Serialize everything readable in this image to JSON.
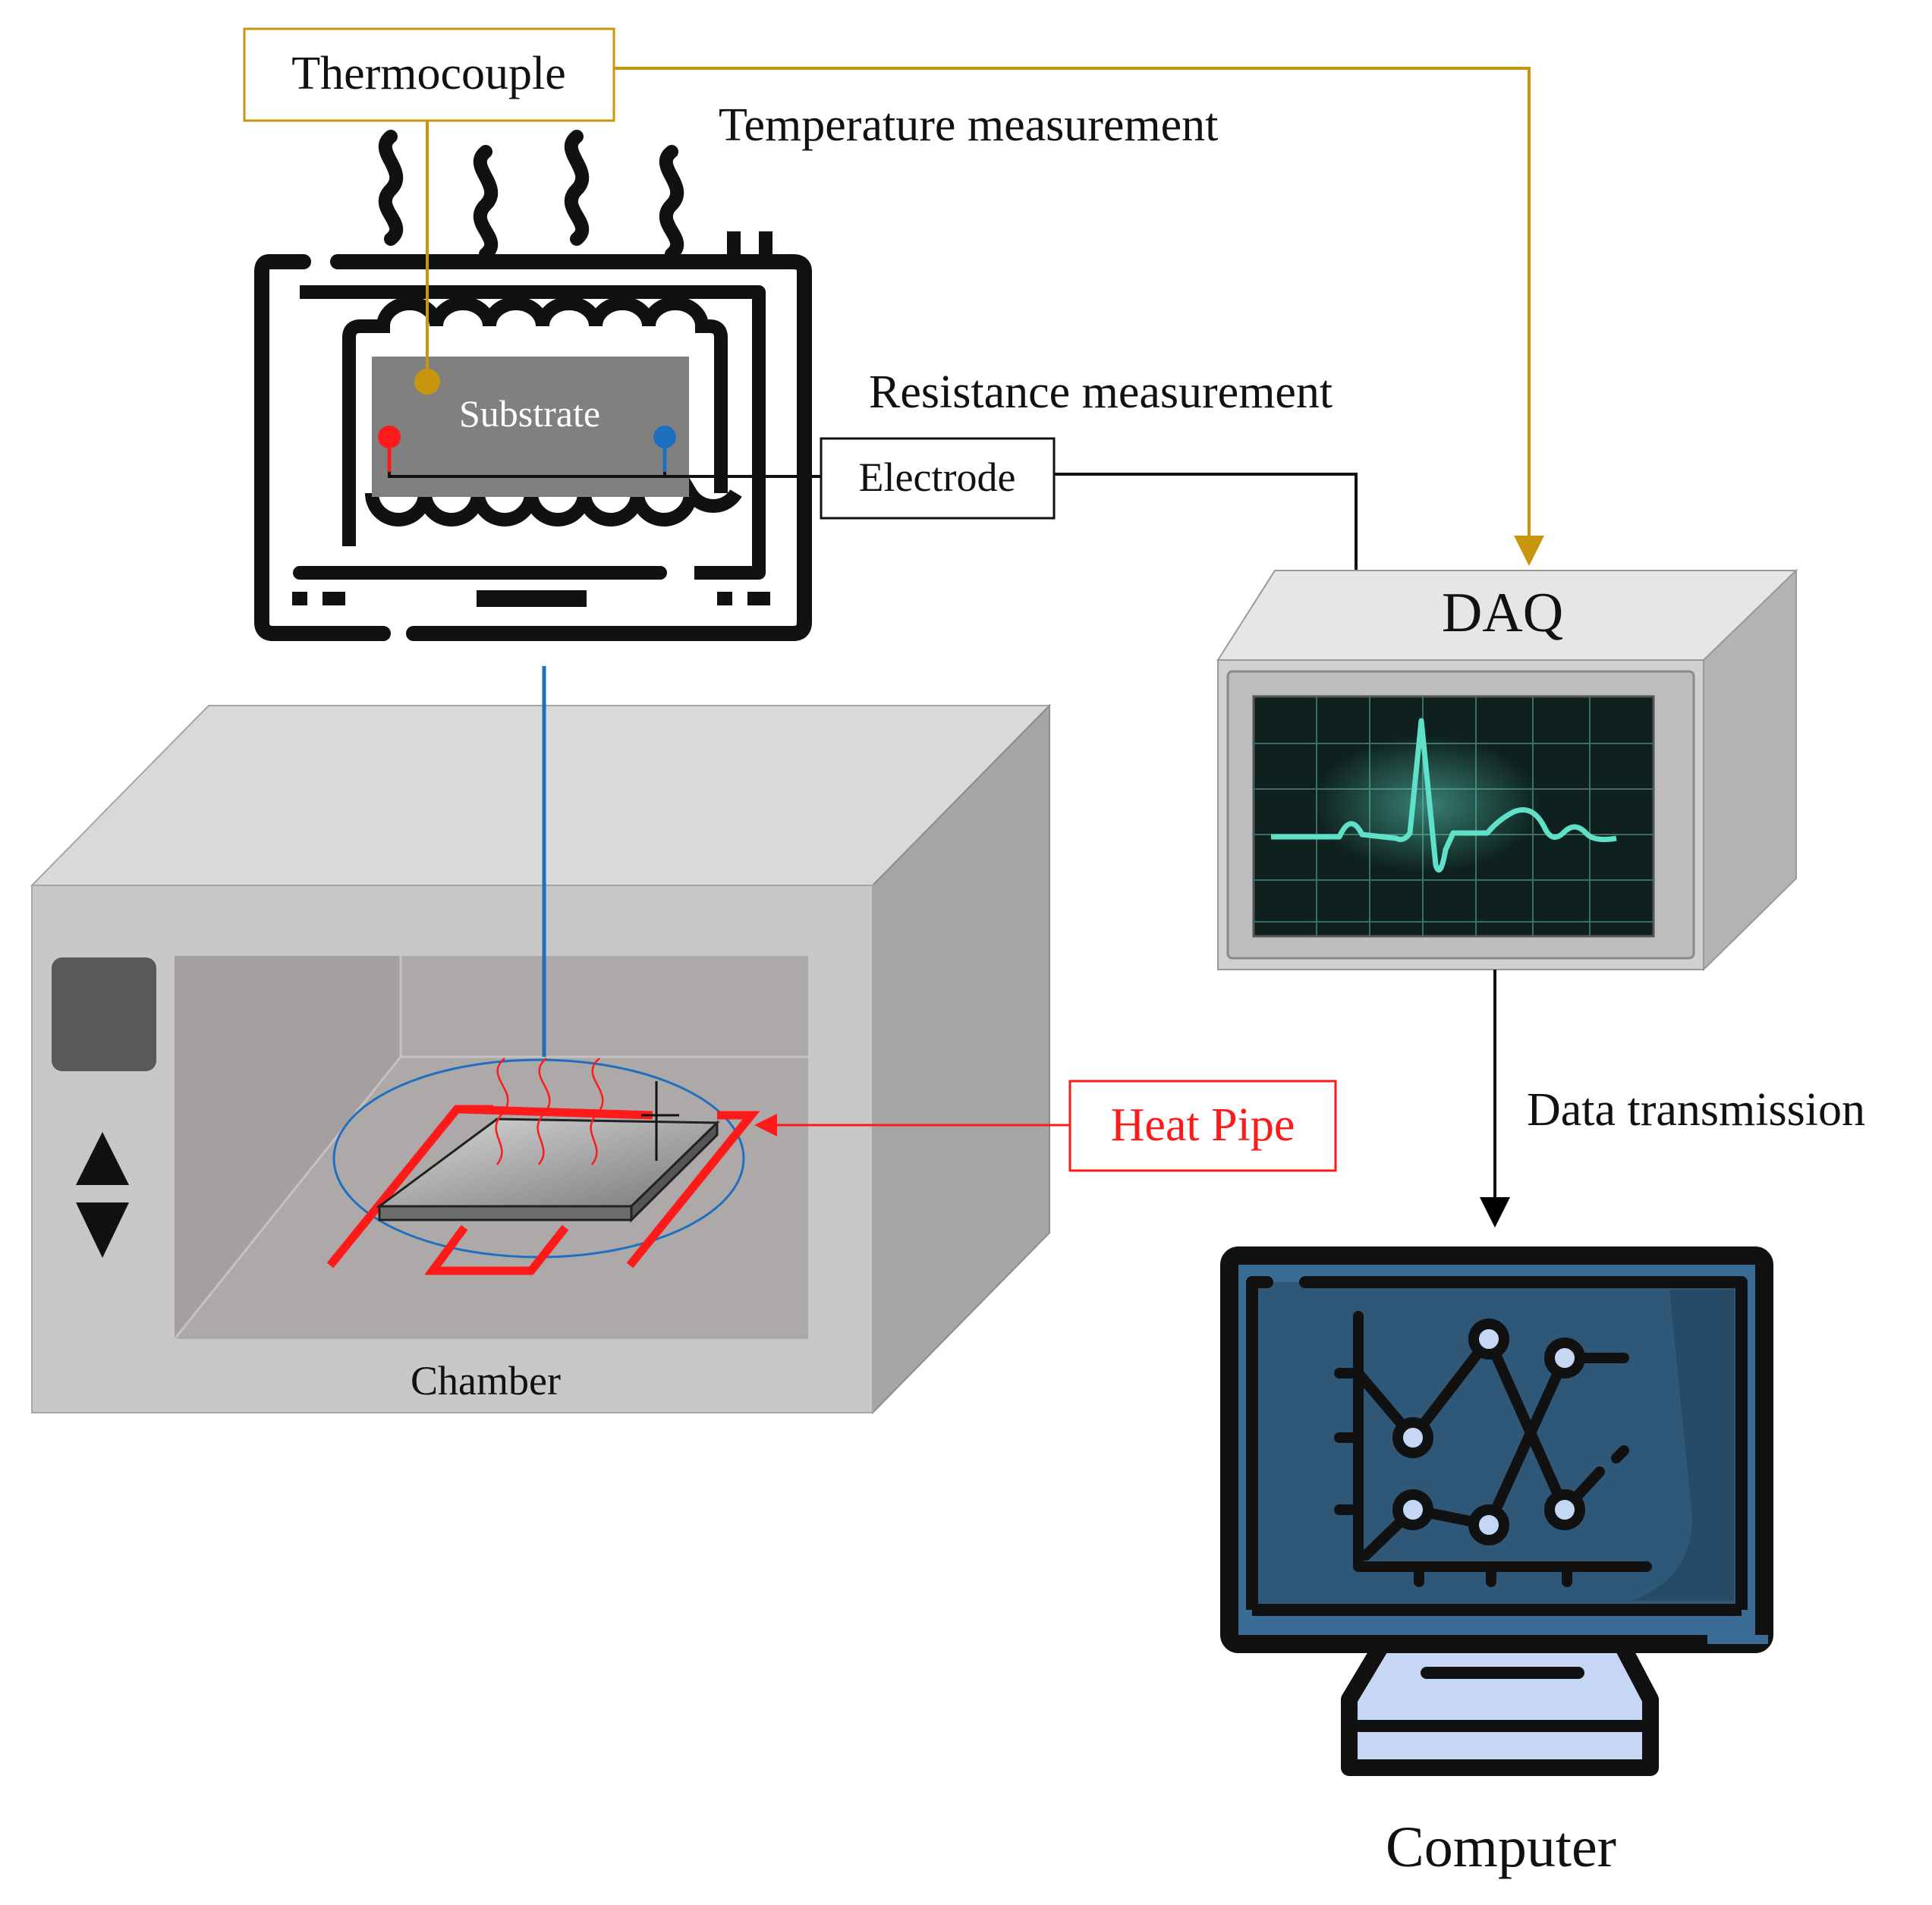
{
  "labels": {
    "thermocouple": "Thermocouple",
    "temperature_measurement": "Temperature measurement",
    "resistance_measurement": "Resistance measurement",
    "substrate": "Substrate",
    "electrode": "Electrode",
    "daq": "DAQ",
    "heat_pipe": "Heat Pipe",
    "chamber": "Chamber",
    "data_transmission": "Data transmission",
    "computer": "Computer"
  },
  "colors": {
    "thermocouple_line": "#c8960c",
    "heat_pipe": "#ff1a1a",
    "blue_line": "#1f6fc0",
    "substrate_fill": "#808080",
    "screen_trace": "#5fe0c8",
    "computer_screen": "#3a6b94"
  },
  "icons": {
    "heater": "heater-icon",
    "daq_monitor": "daq-monitor-icon",
    "computer": "computer-monitor-icon",
    "chamber": "chamber-box-icon"
  }
}
